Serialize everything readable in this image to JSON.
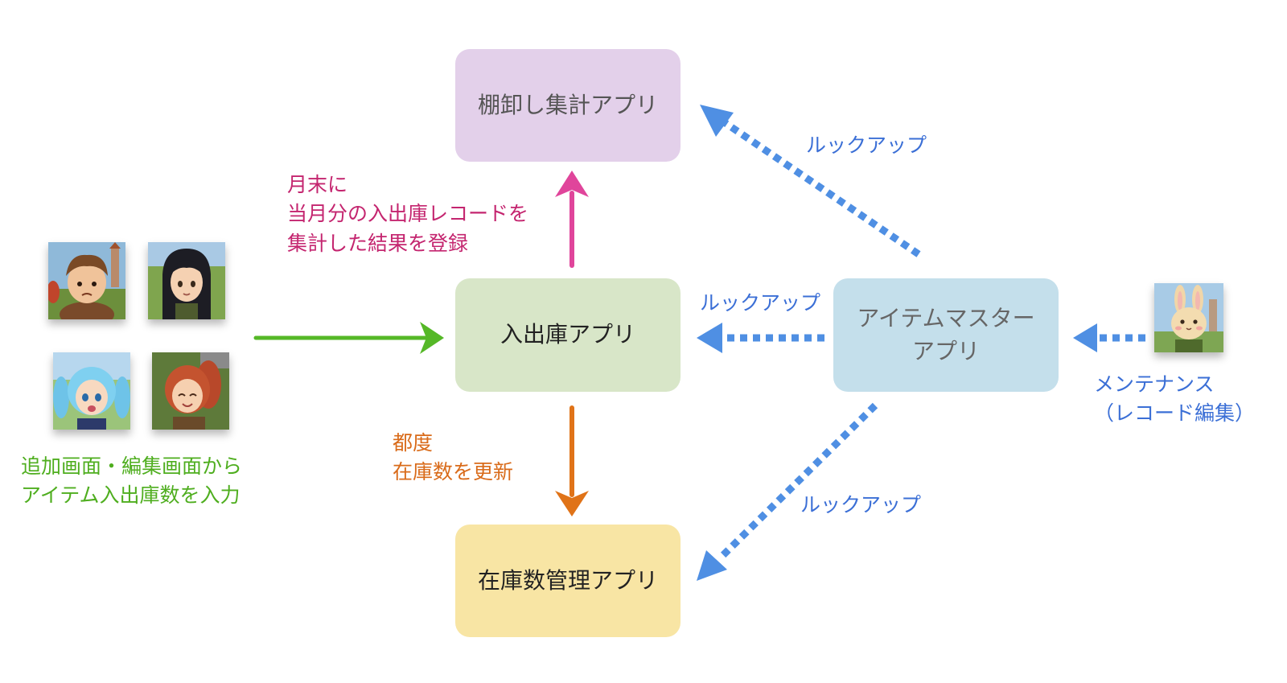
{
  "colors": {
    "tanaoroshi_box": "#e3d0ea",
    "nyushukko_box": "#d8e6c8",
    "zaiko_box": "#f8e5a4",
    "item_box": "#c4dfeb",
    "green": "#55b827",
    "pink": "#e0459b",
    "orange": "#e07318",
    "blue": "#4f8fe3",
    "label_pink": "#c4256f",
    "label_orange": "#d96b1a",
    "label_green": "#4fae1f",
    "label_blue": "#3b6fd6"
  },
  "boxes": {
    "tanaoroshi": {
      "label": "棚卸し集計アプリ"
    },
    "nyushukko": {
      "label": "入出庫アプリ"
    },
    "zaiko": {
      "label": "在庫数管理アプリ"
    },
    "item_master": {
      "line1": "アイテムマスター",
      "line2": "アプリ"
    }
  },
  "labels": {
    "monthly": {
      "line1": "月末に",
      "line2": "当月分の入出庫レコードを",
      "line3": "集計した結果を登録"
    },
    "each_time": {
      "line1": "都度",
      "line2": "在庫数を更新"
    },
    "input": {
      "line1": "追加画面・編集画面から",
      "line2": "アイテム入出庫数を入力"
    },
    "maintenance": {
      "line1": "メンテナンス",
      "line2": "（レコード編集）"
    },
    "lookup_top": "ルックアップ",
    "lookup_mid": "ルックアップ",
    "lookup_bottom": "ルックアップ"
  },
  "icons": {
    "users": [
      "warrior-avatar-icon",
      "dark-haired-girl-avatar-icon",
      "blue-haired-girl-avatar-icon",
      "red-haired-girl-avatar-icon"
    ],
    "maintainer": "rabbit-avatar-icon"
  }
}
